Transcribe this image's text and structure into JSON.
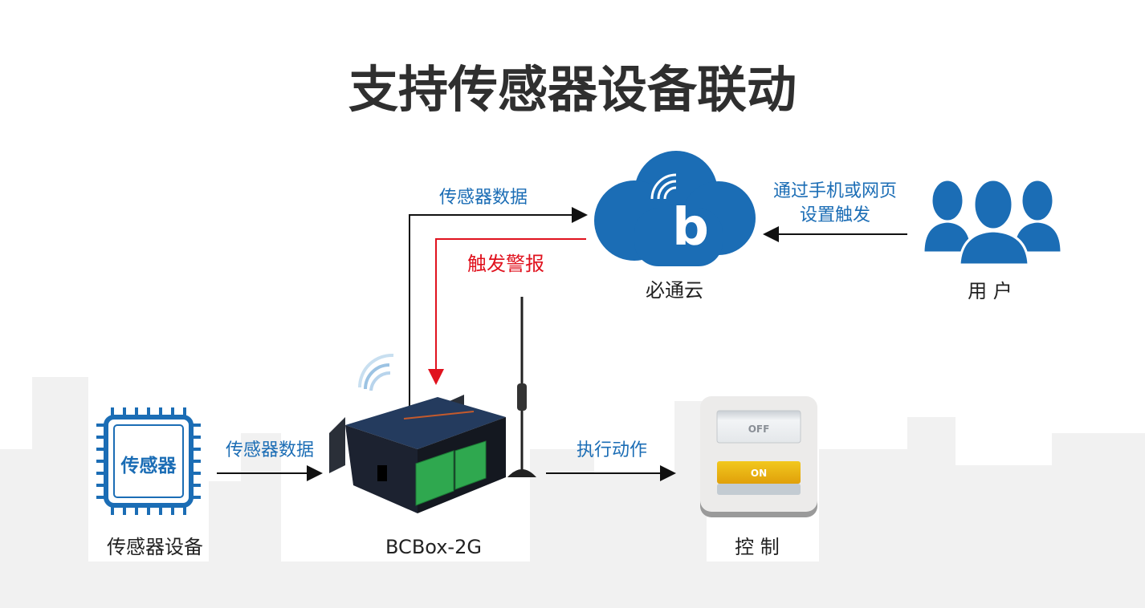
{
  "title": "支持传感器设备联动",
  "nodes": {
    "sensor": {
      "chip_label": "传感器",
      "label": "传感器设备"
    },
    "device": {
      "label": "BCBox-2G"
    },
    "cloud": {
      "label": "必通云",
      "logo_letter": "b"
    },
    "users": {
      "label": "用 户"
    },
    "control": {
      "label": "控 制",
      "off_label": "OFF",
      "on_label": "ON"
    }
  },
  "edges": {
    "sensor_to_device": "传感器数据",
    "device_to_cloud": "传感器数据",
    "cloud_to_device": "触发警报",
    "user_to_cloud_line1": "通过手机或网页",
    "user_to_cloud_line2": "设置触发",
    "device_to_control": "执行动作"
  },
  "colors": {
    "blue": "#1b6db5",
    "red": "#e0121e",
    "text": "#2f2f2f",
    "switch_on": "#e8b10c",
    "terminal_green": "#2fa84f"
  }
}
